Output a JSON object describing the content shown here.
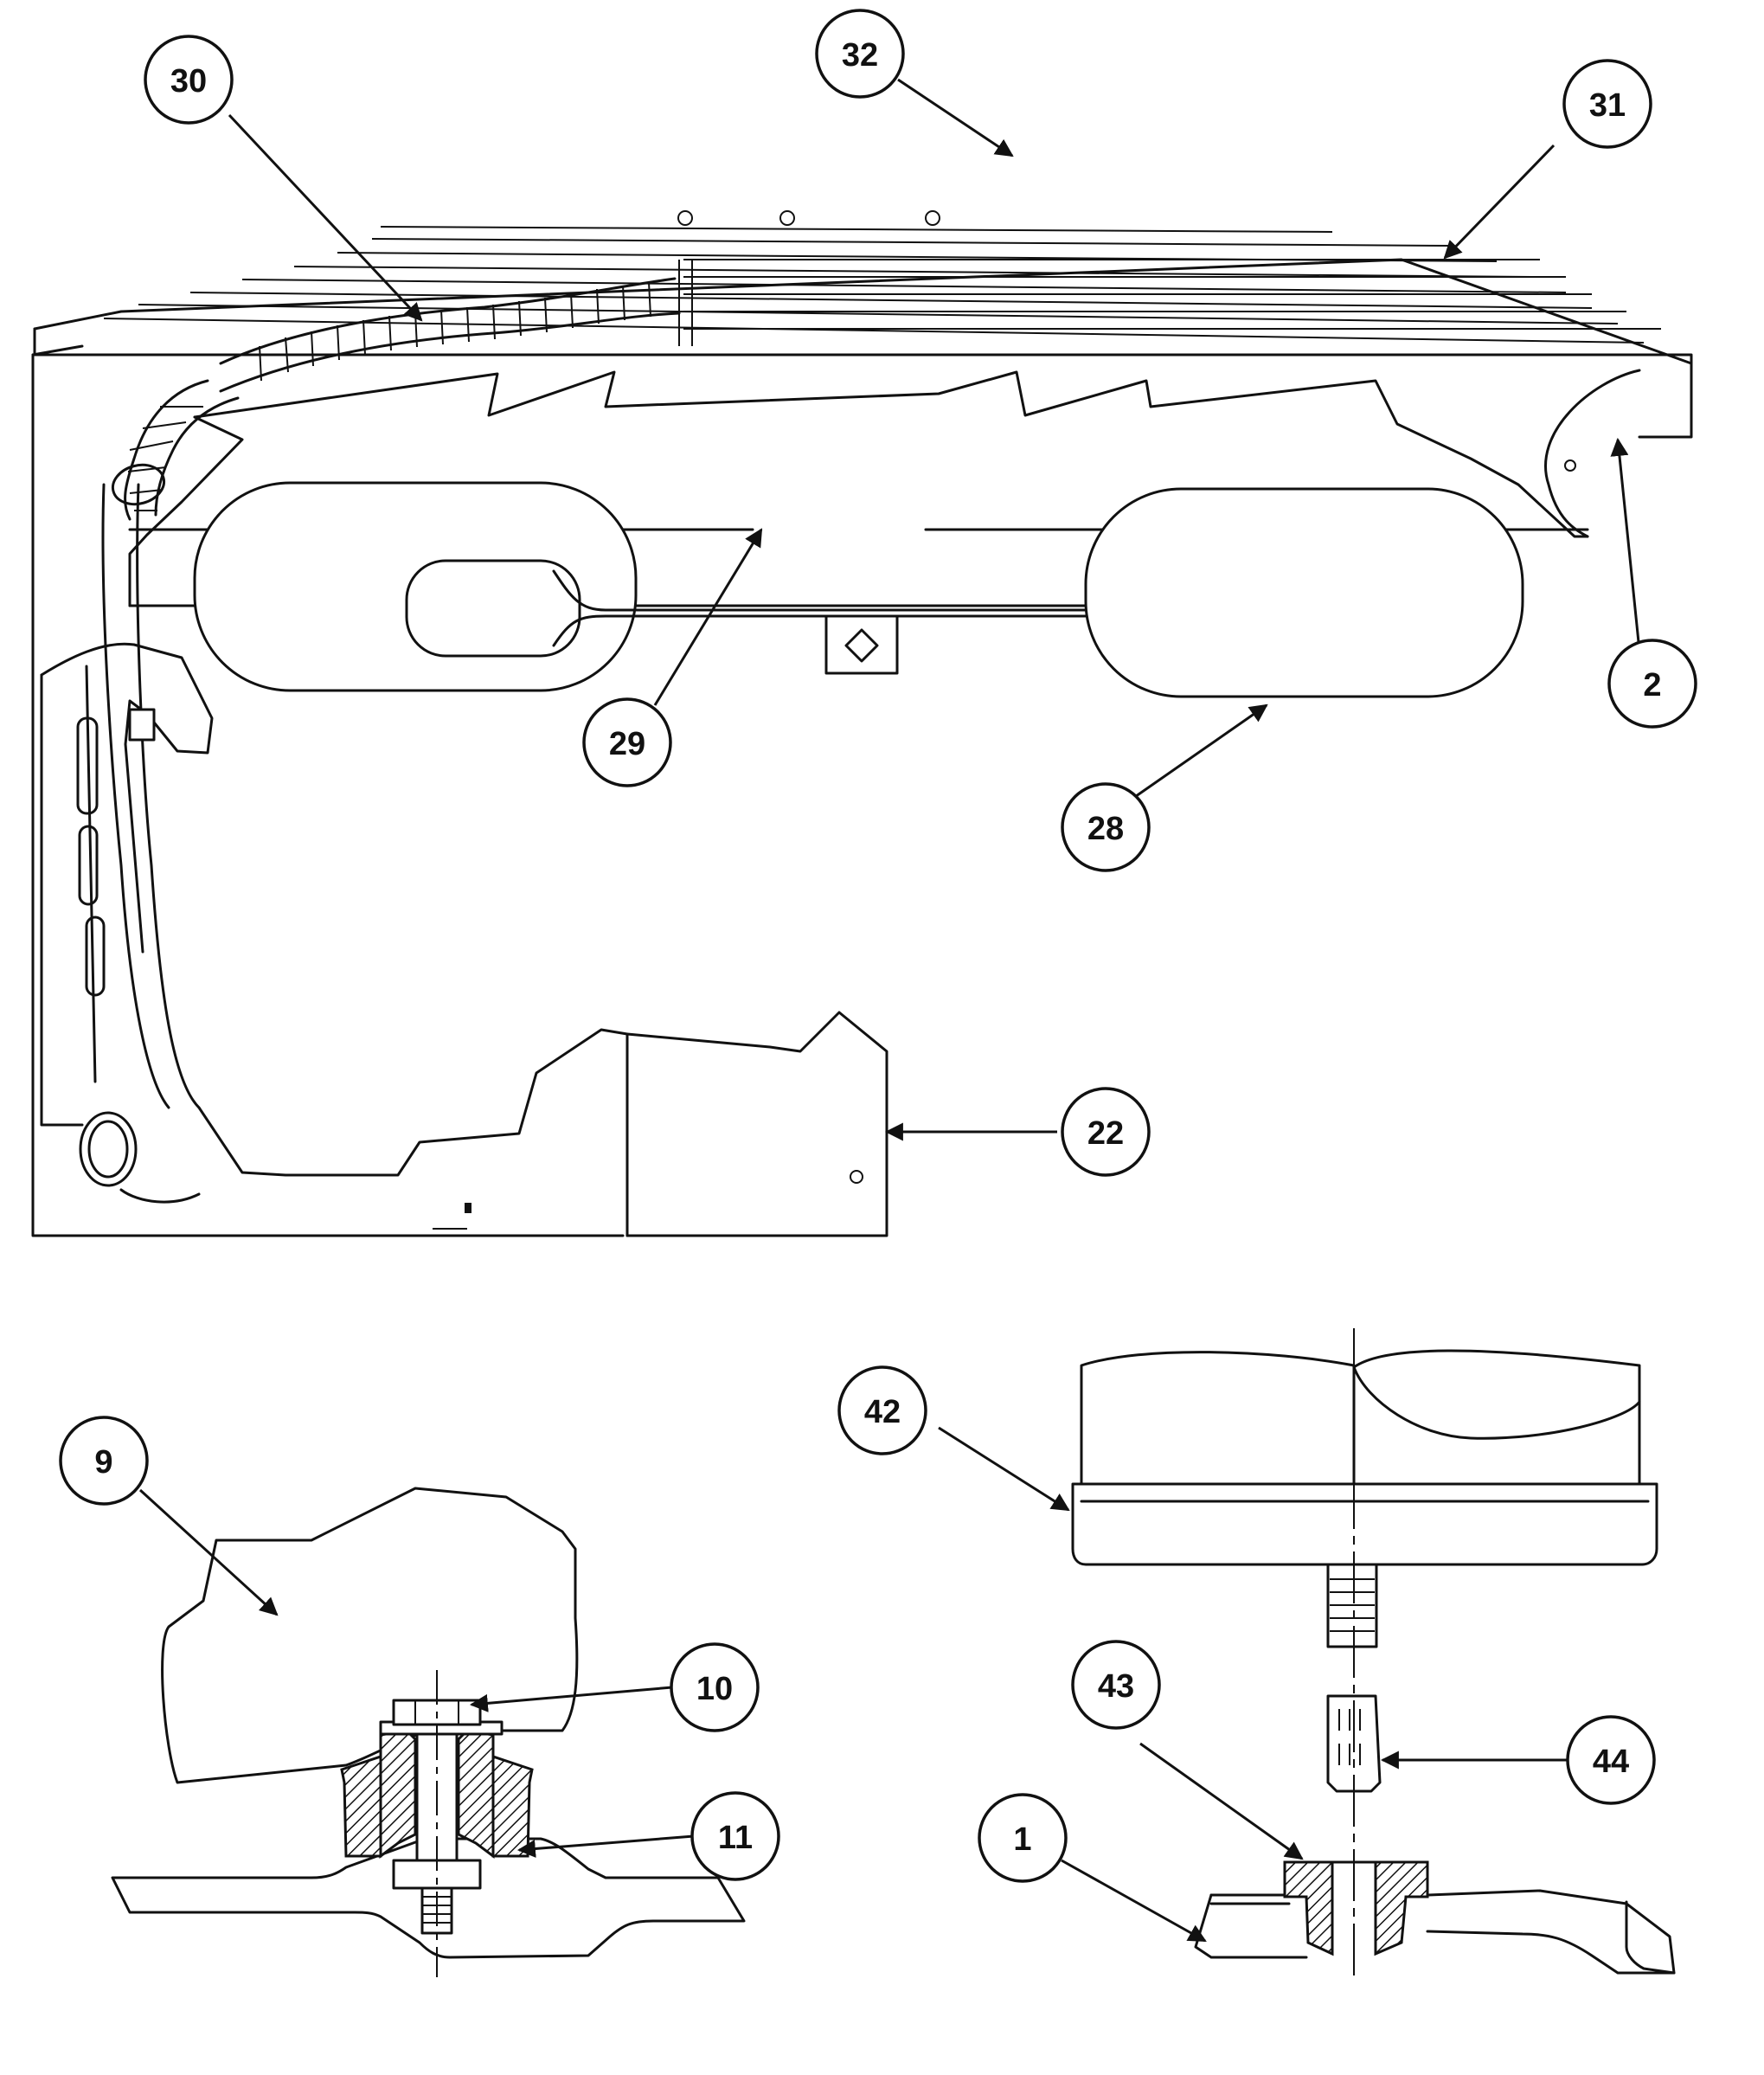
{
  "callouts": [
    {
      "id": "30",
      "label": "30"
    },
    {
      "id": "32",
      "label": "32"
    },
    {
      "id": "31",
      "label": "31"
    },
    {
      "id": "2",
      "label": "2"
    },
    {
      "id": "29",
      "label": "29"
    },
    {
      "id": "28",
      "label": "28"
    },
    {
      "id": "22",
      "label": "22"
    },
    {
      "id": "9",
      "label": "9"
    },
    {
      "id": "10",
      "label": "10"
    },
    {
      "id": "11",
      "label": "11"
    },
    {
      "id": "42",
      "label": "42"
    },
    {
      "id": "43",
      "label": "43"
    },
    {
      "id": "44",
      "label": "44"
    },
    {
      "id": "1",
      "label": "1"
    }
  ]
}
